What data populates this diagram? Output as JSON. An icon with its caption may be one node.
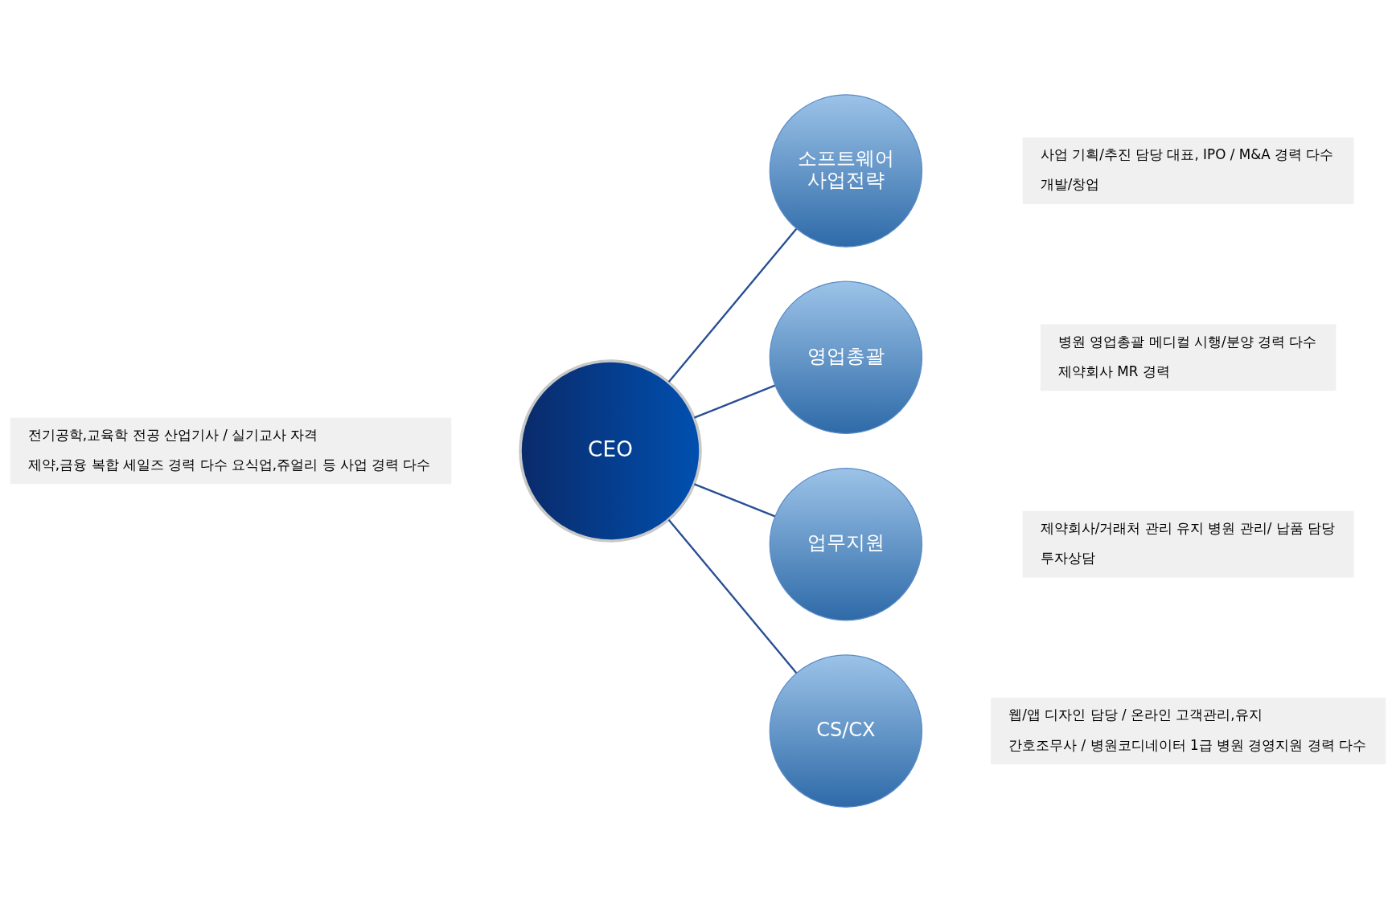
{
  "diagram": {
    "nodes": [
      {
        "text": [
          "CEO"
        ]
      },
      {
        "text": [
          "전기공학,교육학 전공 산업기사 / 실기교사 자격",
          "제약,금융 복합 세일즈 경력 다수 요식업,쥬얼리 등 사업 경력 다수"
        ]
      },
      {
        "text": [
          "소프트웨어",
          "사업전략"
        ]
      },
      {
        "text": [
          "사업 기획/추진 담당 대표, IPO / M&A 경력 다수",
          "개발/창업"
        ]
      },
      {
        "text": [
          "영업총괄"
        ]
      },
      {
        "text": [
          "병원 영업총괄 메디컬 시행/분양 경력 다수",
          "제약회사 MR 경력"
        ]
      },
      {
        "text": [
          "업무지원"
        ]
      },
      {
        "text": [
          "제약회사/거래처 관리 유지 병원 관리/ 납품 담당",
          "투자상담"
        ]
      },
      {
        "text": [
          "CS/CX"
        ]
      },
      {
        "text": [
          "웹/앱 디자인 담당 / 온라인 고객관리,유지",
          "간호조무사 / 병원코디네이터 1급 병원 경영지원 경력 다수"
        ]
      }
    ],
    "edges": [
      {
        "from": 0,
        "to": 2,
        "arrow": "none"
      },
      {
        "from": 0,
        "to": 4,
        "arrow": "none"
      },
      {
        "from": 0,
        "to": 6,
        "arrow": "none"
      },
      {
        "from": 0,
        "to": 8,
        "arrow": "none"
      }
    ]
  }
}
